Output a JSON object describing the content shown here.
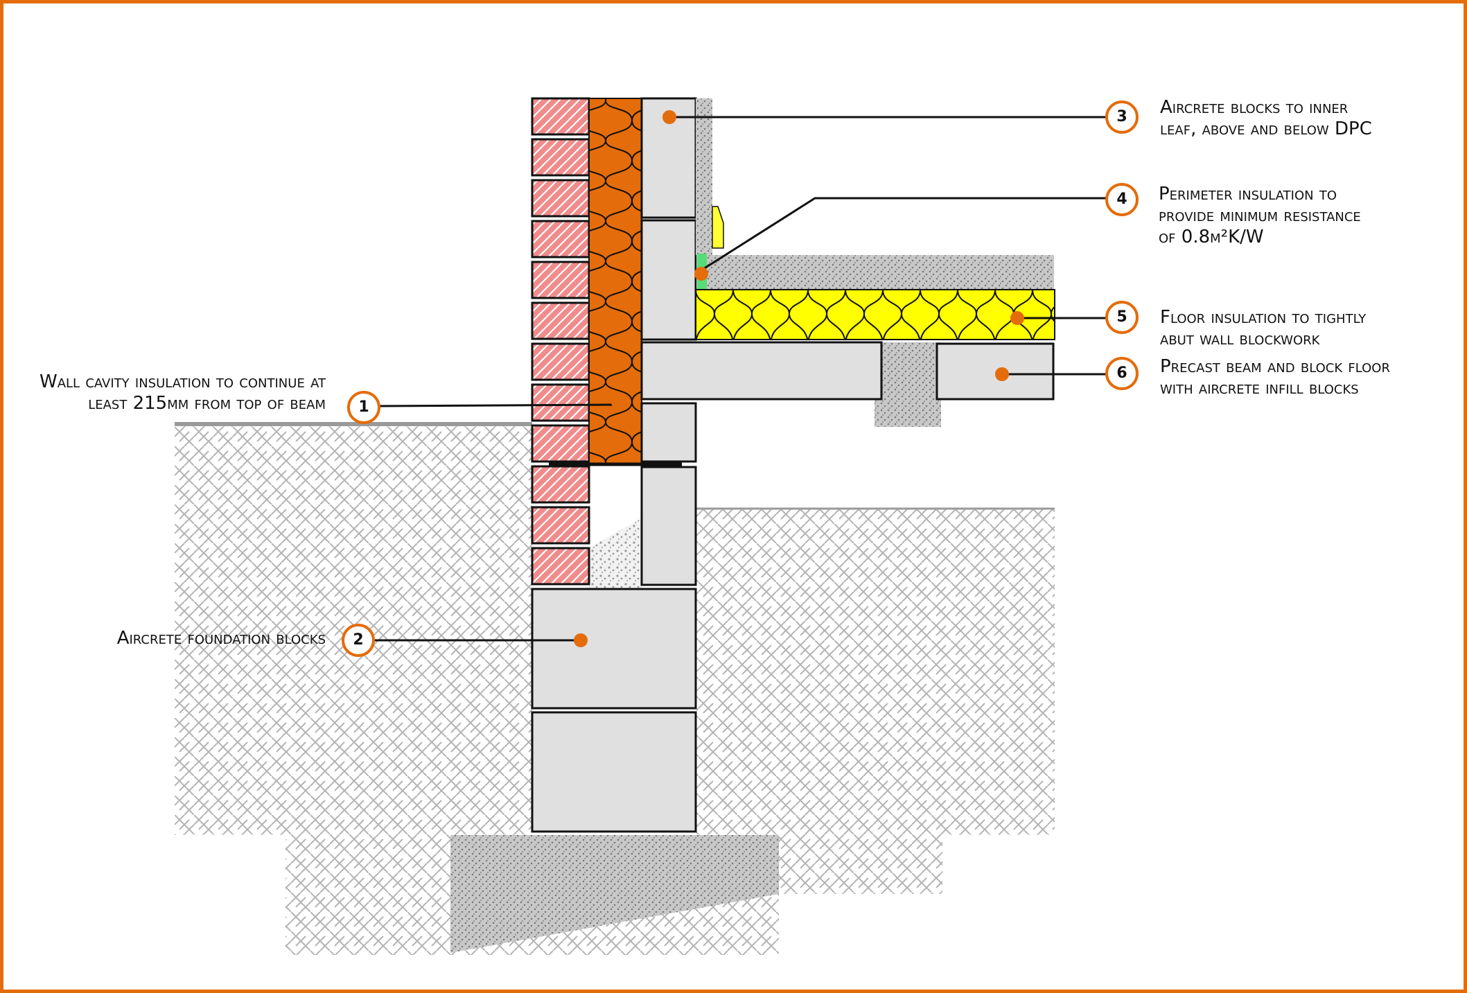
{
  "accent_color": "#e46c0a",
  "callouts": [
    {
      "number": "1",
      "lines": [
        "Wall cavity insulation to continue at",
        "least 215mm from top of beam"
      ]
    },
    {
      "number": "2",
      "lines": [
        "Aircrete foundation blocks"
      ]
    },
    {
      "number": "3",
      "lines": [
        "Aircrete blocks to inner",
        "leaf, above and below DPC"
      ]
    },
    {
      "number": "4",
      "lines": [
        "Perimeter insulation to",
        "provide minimum resistance",
        "of 0.8m²K/W"
      ]
    },
    {
      "number": "5",
      "lines": [
        "Floor insulation to tightly",
        "abut wall blockwork"
      ]
    },
    {
      "number": "6",
      "lines": [
        "Precast beam and block floor",
        "with aircrete infill blocks"
      ]
    }
  ],
  "materials": {
    "brick": "#f08c8c",
    "cavity_insulation": "#e46c0a",
    "floor_insulation": "#ffff00",
    "aircrete": "#e0e0e0",
    "perimeter_insulation": "#55dd77"
  }
}
